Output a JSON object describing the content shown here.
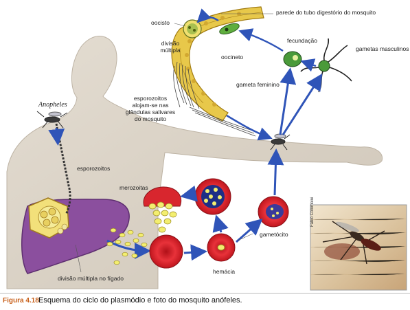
{
  "labels": {
    "wall": "parede do tubo digestório do mosquito",
    "oocyst": "oocisto",
    "division_line1": "divisão",
    "division_line2": "múltipla",
    "ookinete": "oocineto",
    "fertilization": "fecundação",
    "male_gametes": "gametas masculinos",
    "female_gamete": "gameta feminino",
    "salivary_line1": "esporozoitos",
    "salivary_line2": "alojam-se nas",
    "salivary_line3": "glândulas salivares",
    "salivary_line4": "do mosquito",
    "anopheles": "Anopheles",
    "sporozoites": "esporozoitos",
    "merozoites": "merozoitas",
    "liver_division": "divisão múltipla no fígado",
    "red_cell": "hemácia",
    "gametocyte": "gametócito"
  },
  "photo": {
    "credit": "Fabio Colombini"
  },
  "caption": {
    "tag": "Figura 4.18",
    "text": "Esquema do ciclo do plasmódio e foto do mosquito anófeles."
  },
  "colors": {
    "skin": "#d8d0c4",
    "liver": "#8b4f9e",
    "rbc": "#d8262e",
    "gut_wall": "#e8c84a",
    "arrow": "#2f54b8",
    "gamete": "#4a9a3a",
    "caption_tag": "#c8601a"
  }
}
